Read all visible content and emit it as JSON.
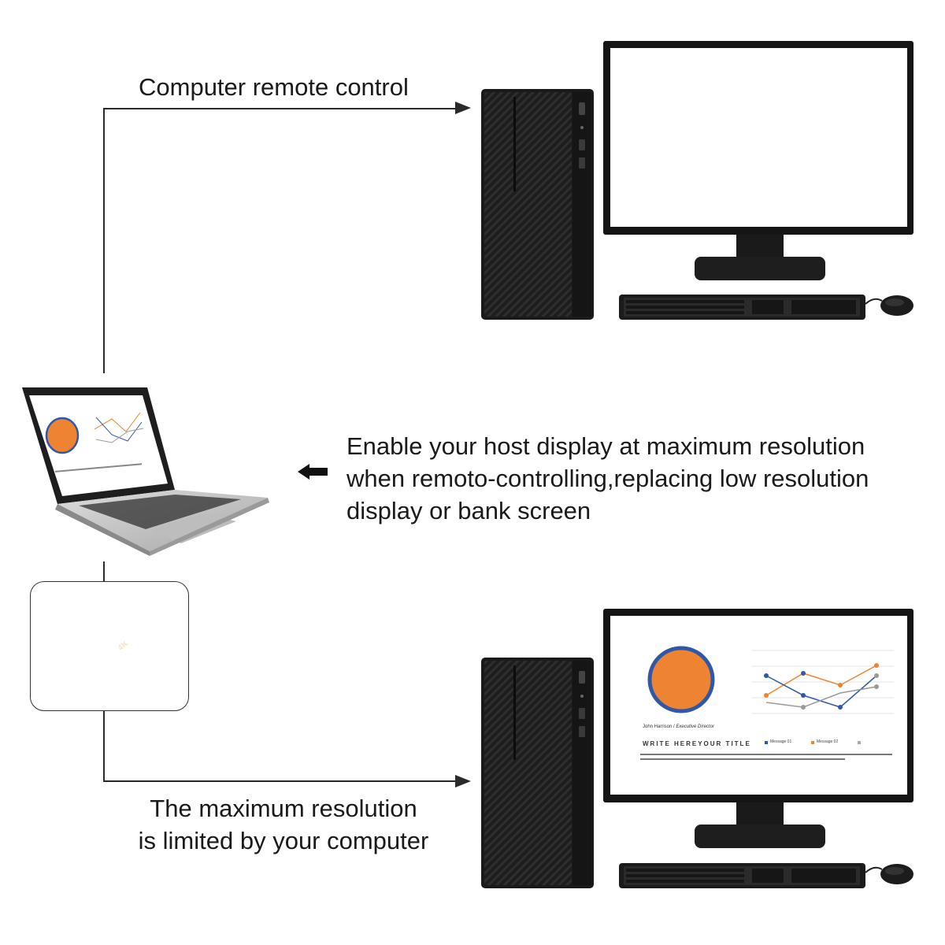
{
  "captions": {
    "top": "Computer remote control",
    "middle": [
      "Enable your host display at maximum resolution",
      "when remoto-controlling,replacing low resolution",
      "display or bank screen"
    ],
    "bottom": [
      "The maximum resolution",
      "is limited by your computer"
    ]
  },
  "screen_content": {
    "name": "John Harrison",
    "role": "Executive Director",
    "title": "WRITE HEREYOUR TITLE",
    "legend": [
      "Message 01",
      "Message 02"
    ]
  },
  "dongle": {
    "badge": "4K"
  },
  "icons": {
    "arrow": "arrow-left-icon",
    "plus": "plus-icon"
  },
  "colors": {
    "accent_orange": "#ee8432",
    "ring_blue": "#2f58a8",
    "plus_red": "#e32222",
    "gold": "#c9a45a"
  }
}
